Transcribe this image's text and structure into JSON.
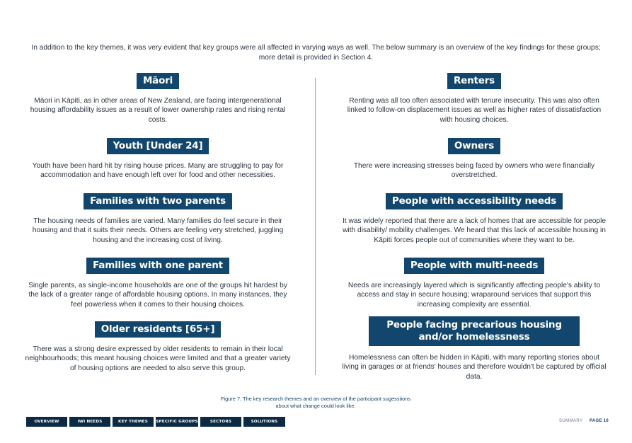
{
  "intro": "In addition to the key themes, it was very evident that key groups were all affected in varying ways as well. The below summary is an overview of the key findings for these groups; more detail is provided in Section 4.",
  "left_groups": [
    {
      "title": "Māori",
      "text": "Māori in Kāpiti, as in other areas of New Zealand, are facing intergenerational housing affordability issues as a result of lower ownership rates and rising rental costs."
    },
    {
      "title": "Youth [Under 24]",
      "text": "Youth have been hard hit by rising house prices. Many are struggling to pay for accommodation and have enough left over for food and other necessities."
    },
    {
      "title": "Families with two parents",
      "text": "The housing needs of families are varied. Many families do feel secure in their housing and that it suits their needs. Others are feeling very stretched, juggling housing and the increasing cost of living."
    },
    {
      "title": "Families with one parent",
      "text": "Single parents, as single-income households are one of the groups hit hardest by the lack of a greater range of affordable housing options. In many instances, they feel powerless when it comes to their housing choices."
    },
    {
      "title": "Older residents [65+]",
      "text": "There was a strong desire expressed by older residents to remain in their local neighbourhoods; this meant housing choices were limited and that a greater variety of housing options are needed to also serve this group."
    }
  ],
  "right_groups": [
    {
      "title": "Renters",
      "text": "Renting was all too often associated with tenure insecurity. This was also often linked to follow-on displacement issues as well as higher rates of dissatisfaction with housing choices."
    },
    {
      "title": "Owners",
      "text": "There were increasing stresses being faced by owners who were financially overstretched."
    },
    {
      "title": "People with accessibility needs",
      "text": "It was widely reported that there are a lack of homes that are accessible for people with disability/ mobility challenges. We heard that this lack of accessible housing in Kāpiti forces people out of communities where they want to be."
    },
    {
      "title": "People with multi-needs",
      "text": "Needs are increasingly layered which is significantly affecting people's ability to access and stay in secure housing; wraparound services that support this increasing complexity are essential."
    },
    {
      "title": "People facing precarious housing and/or homelessness",
      "text": "Homelessness can often be hidden in Kāpiti, with many reporting stories about living in garages or at friends' houses and therefore wouldn't be captured by official data."
    }
  ],
  "caption_line1": "Figure 7. The key research themes and an overview of the participant sugesstions",
  "caption_line2": "about what change could look like.",
  "nav": [
    "OVERVIEW",
    "IWI NEEDS",
    "KEY THEMES",
    "SPECIFIC GROUPS",
    "SECTORS",
    "SOLUTIONS"
  ],
  "footer": {
    "section": "SUMMARY",
    "page": "PAGE 16"
  },
  "colors": {
    "heading_bg": "#13466c",
    "nav_bg": "#0c2a44"
  }
}
